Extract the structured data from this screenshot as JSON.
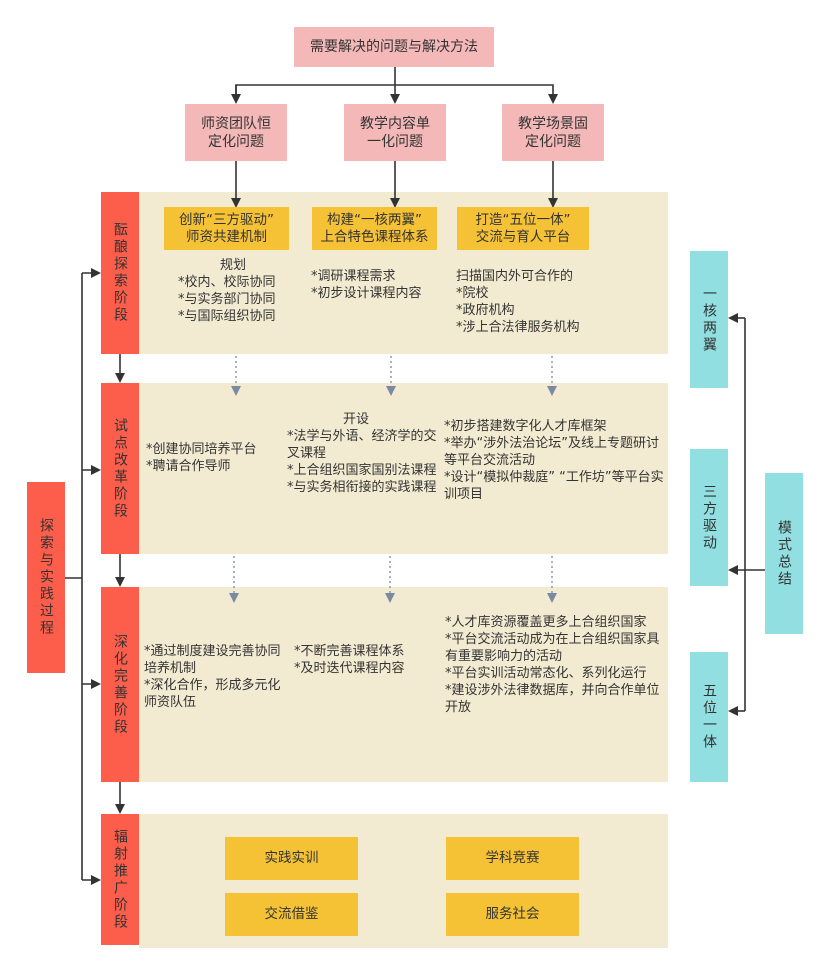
{
  "top": {
    "title": "需要解决的问题与解决方法"
  },
  "problems": [
    {
      "line1": "师资团队恒",
      "line2": "定化问题"
    },
    {
      "line1": "教学内容单",
      "line2": "一化问题"
    },
    {
      "line1": "教学场景固",
      "line2": "定化问题"
    }
  ],
  "solutions": [
    {
      "line1": "创新“三方驱动”",
      "line2": "师资共建机制"
    },
    {
      "line1": "构建“一核两翼”",
      "line2": "上合特色课程体系"
    },
    {
      "line1": "打造“五位一体”",
      "line2": "交流与育人平台"
    }
  ],
  "process_label": "探索与实践过程",
  "phases": [
    {
      "label": "酝酿探索阶段",
      "col1": {
        "heading": "规划",
        "items": [
          "*校内、校际协同",
          "*与实务部门协同",
          "*与国际组织协同"
        ]
      },
      "col2": {
        "items": [
          "*调研课程需求",
          "*初步设计课程内容"
        ]
      },
      "col3": {
        "heading": "扫描国内外可合作的",
        "items": [
          "*院校",
          "*政府机构",
          "*涉上合法律服务机构"
        ]
      }
    },
    {
      "label": "试点改革阶段",
      "col1": {
        "items": [
          "*创建协同培养平台",
          "*聘请合作导师"
        ]
      },
      "col2": {
        "heading": "开设",
        "items": [
          "*法学与外语、经济学的交叉课程",
          "*上合组织国家国别法课程",
          "*与实务相衔接的实践课程"
        ]
      },
      "col3": {
        "items": [
          "*初步搭建数字化人才库框架",
          "*举办“涉外法治论坛”及线上专题研讨等平台交流活动",
          "*设计“模拟仲裁庭” “工作坊”等平台实训项目"
        ]
      }
    },
    {
      "label": "深化完善阶段",
      "col1": {
        "items": [
          "*通过制度建设完善协同培养机制",
          "*深化合作，形成多元化师资队伍"
        ]
      },
      "col2": {
        "items": [
          "*不断完善课程体系",
          "*及时迭代课程内容"
        ]
      },
      "col3": {
        "items": [
          "*人才库资源覆盖更多上合组织国家",
          "*平台交流活动成为在上合组织国家具有重要影响力的活动",
          "*平台实训活动常态化、系列化运行",
          "*建设涉外法律数据库，并向合作单位开放"
        ]
      }
    },
    {
      "label": "辐射推广阶段",
      "outcomes": [
        "实践实训",
        "学科竞赛",
        "交流借鉴",
        "服务社会"
      ]
    }
  ],
  "summary": {
    "label": "模式总结",
    "items": [
      "一核两翼",
      "三方驱动",
      "五位一体"
    ]
  },
  "colors": {
    "pink": "#f4b8b8",
    "red": "#fd5e4b",
    "beige": "#f3ebd1",
    "gold": "#f5c236",
    "cyan": "#91dfe1",
    "arrow": "#333333",
    "dotted": "#7a8aa0"
  }
}
